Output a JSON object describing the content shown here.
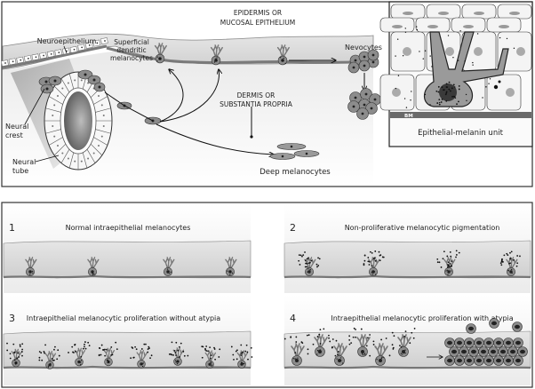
{
  "top_panel": {
    "labels": {
      "epidermis": [
        "EPIDERMIS OR",
        "MUCOSAL EPITHELIUM"
      ],
      "dermis": [
        "DERMIS OR",
        "SUBSTANTIA PROPRIA"
      ],
      "neuroepithelium": "Neuroepithelium",
      "superficial": [
        "Superficial",
        "dendritic",
        "melanocytes"
      ],
      "nevocytes": "Nevocytes",
      "neural_crest": [
        "Neural",
        "crest"
      ],
      "neural_tube": [
        "Neural",
        "tube"
      ],
      "deep_melanocytes": "Deep melanocytes"
    },
    "inset": {
      "caption": "Epithelial-melanin unit",
      "bm_label": "BM"
    }
  },
  "bottom_panels": [
    {
      "number": "1",
      "title": "Normal intraepithelial melanocytes"
    },
    {
      "number": "2",
      "title": "Non-proliferative melanocytic pigmentation"
    },
    {
      "number": "3",
      "title": "Intraepithelial melanocytic proliferation without atypia"
    },
    {
      "number": "4",
      "title": "Intraepithelial melanocytic proliferation with atypia"
    }
  ],
  "colors": {
    "epithelium_fill": "#dcdcdc",
    "membrane": "#7a7a7a",
    "cell_fill": "#8c8c8c",
    "nucleus": "#2a2a2a",
    "frame": "#333333"
  }
}
